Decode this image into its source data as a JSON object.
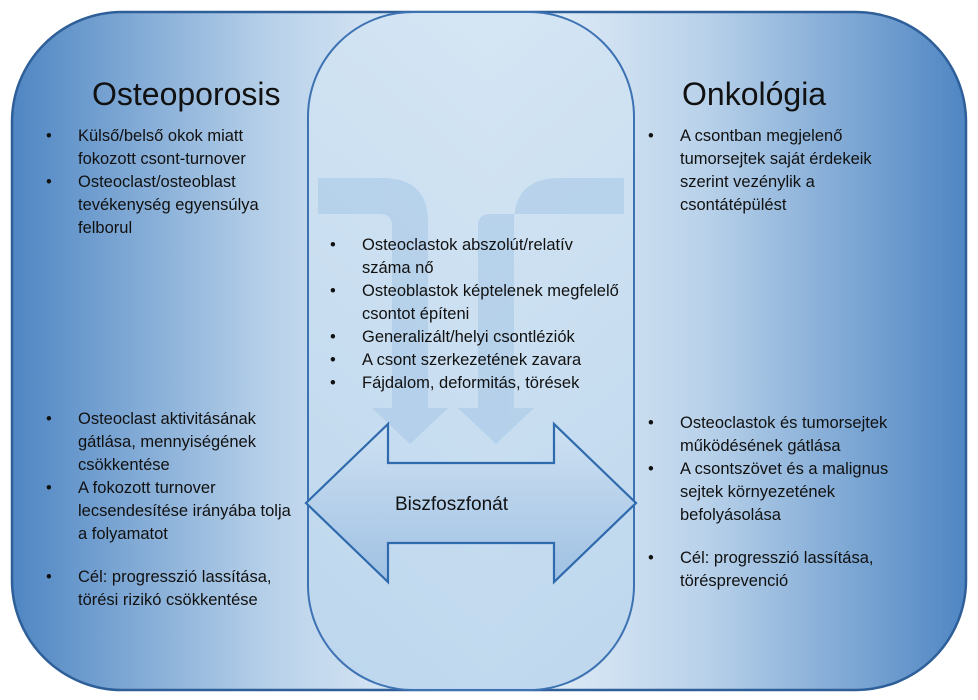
{
  "colors": {
    "panel_dark": "#4f86c3",
    "panel_light": "#dce9f5",
    "panel_border": "#2e5f98",
    "center_fill": "#c9def0",
    "arrow_fill": "#a9c8e6",
    "arrow_border": "#2e6aad"
  },
  "left": {
    "title": "Osteoporosis",
    "top_items": [
      "Külső/belső okok miatt fokozott csont-turnover",
      "Osteoclast/osteoblast tevékenység egyensúlya felborul"
    ],
    "bottom_items": [
      "Osteoclast aktivitásának gátlása, mennyiségének csökkentése",
      "A fokozott turnover lecsendesítése irányába tolja a folyamatot"
    ],
    "goal": "Cél:  progresszió lassítása, törési rizikó csökkentése"
  },
  "right": {
    "title": "Onkológia",
    "top_items": [
      "A csontban megjelenő tumorsejtek saját érdekeik szerint vezénylik a csontátépülést"
    ],
    "bottom_items": [
      "Osteoclastok és tumorsejtek működésének gátlása",
      "A csontszövet és a malignus sejtek környezetének befolyásolása"
    ],
    "goal": "Cél: progresszió lassítása, törésprevenció"
  },
  "center": {
    "items": [
      "Osteoclastok abszolút/relatív száma nő",
      "Osteoblastok képtelenek megfelelő csontot építeni",
      "Generalizált/helyi csontléziók",
      "A csont szerkezetének zavara",
      "Fájdalom, deformitás, törések"
    ],
    "arrow_label": "Biszfoszfonát"
  }
}
